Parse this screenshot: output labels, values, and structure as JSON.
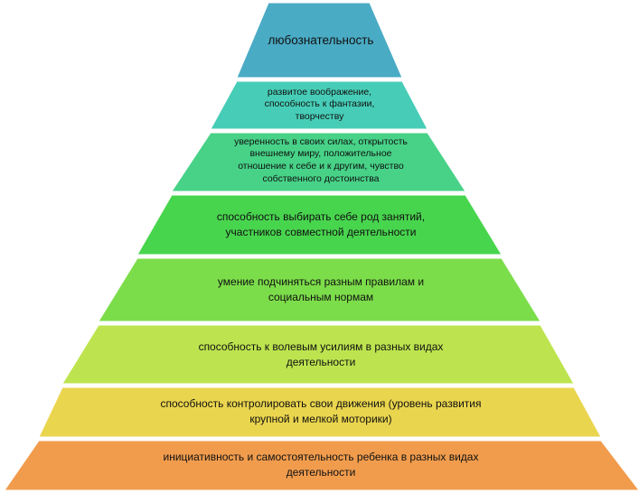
{
  "pyramid": {
    "tiers": [
      {
        "label": "любознательность",
        "color": "#4aabc5"
      },
      {
        "label": "развитое воображение,\nспособность к фантазии,\nтворчеству",
        "color": "#47cdb7"
      },
      {
        "label": "уверенность в своих силах, открытость\nвнешнему миру, положительное\nотношение к себе и к другим, чувство\nсобственного достоинства",
        "color": "#47d287"
      },
      {
        "label": "способность выбирать себе род занятий,\nучастников совместной деятельности",
        "color": "#48d54e"
      },
      {
        "label": "умение подчиняться разным правилам и\nсоциальным нормам",
        "color": "#7cdd4a"
      },
      {
        "label": "способность к волевым усилиям в разных видах\nдеятельности",
        "color": "#bde44f"
      },
      {
        "label": "способность контролировать свои движения (уровень развития\nкрупной и мелкой моторики)",
        "color": "#ead54e"
      },
      {
        "label": "инициативность и самостоятельность ребенка в разных видах\nдеятельности",
        "color": "#f19c4d"
      }
    ]
  }
}
